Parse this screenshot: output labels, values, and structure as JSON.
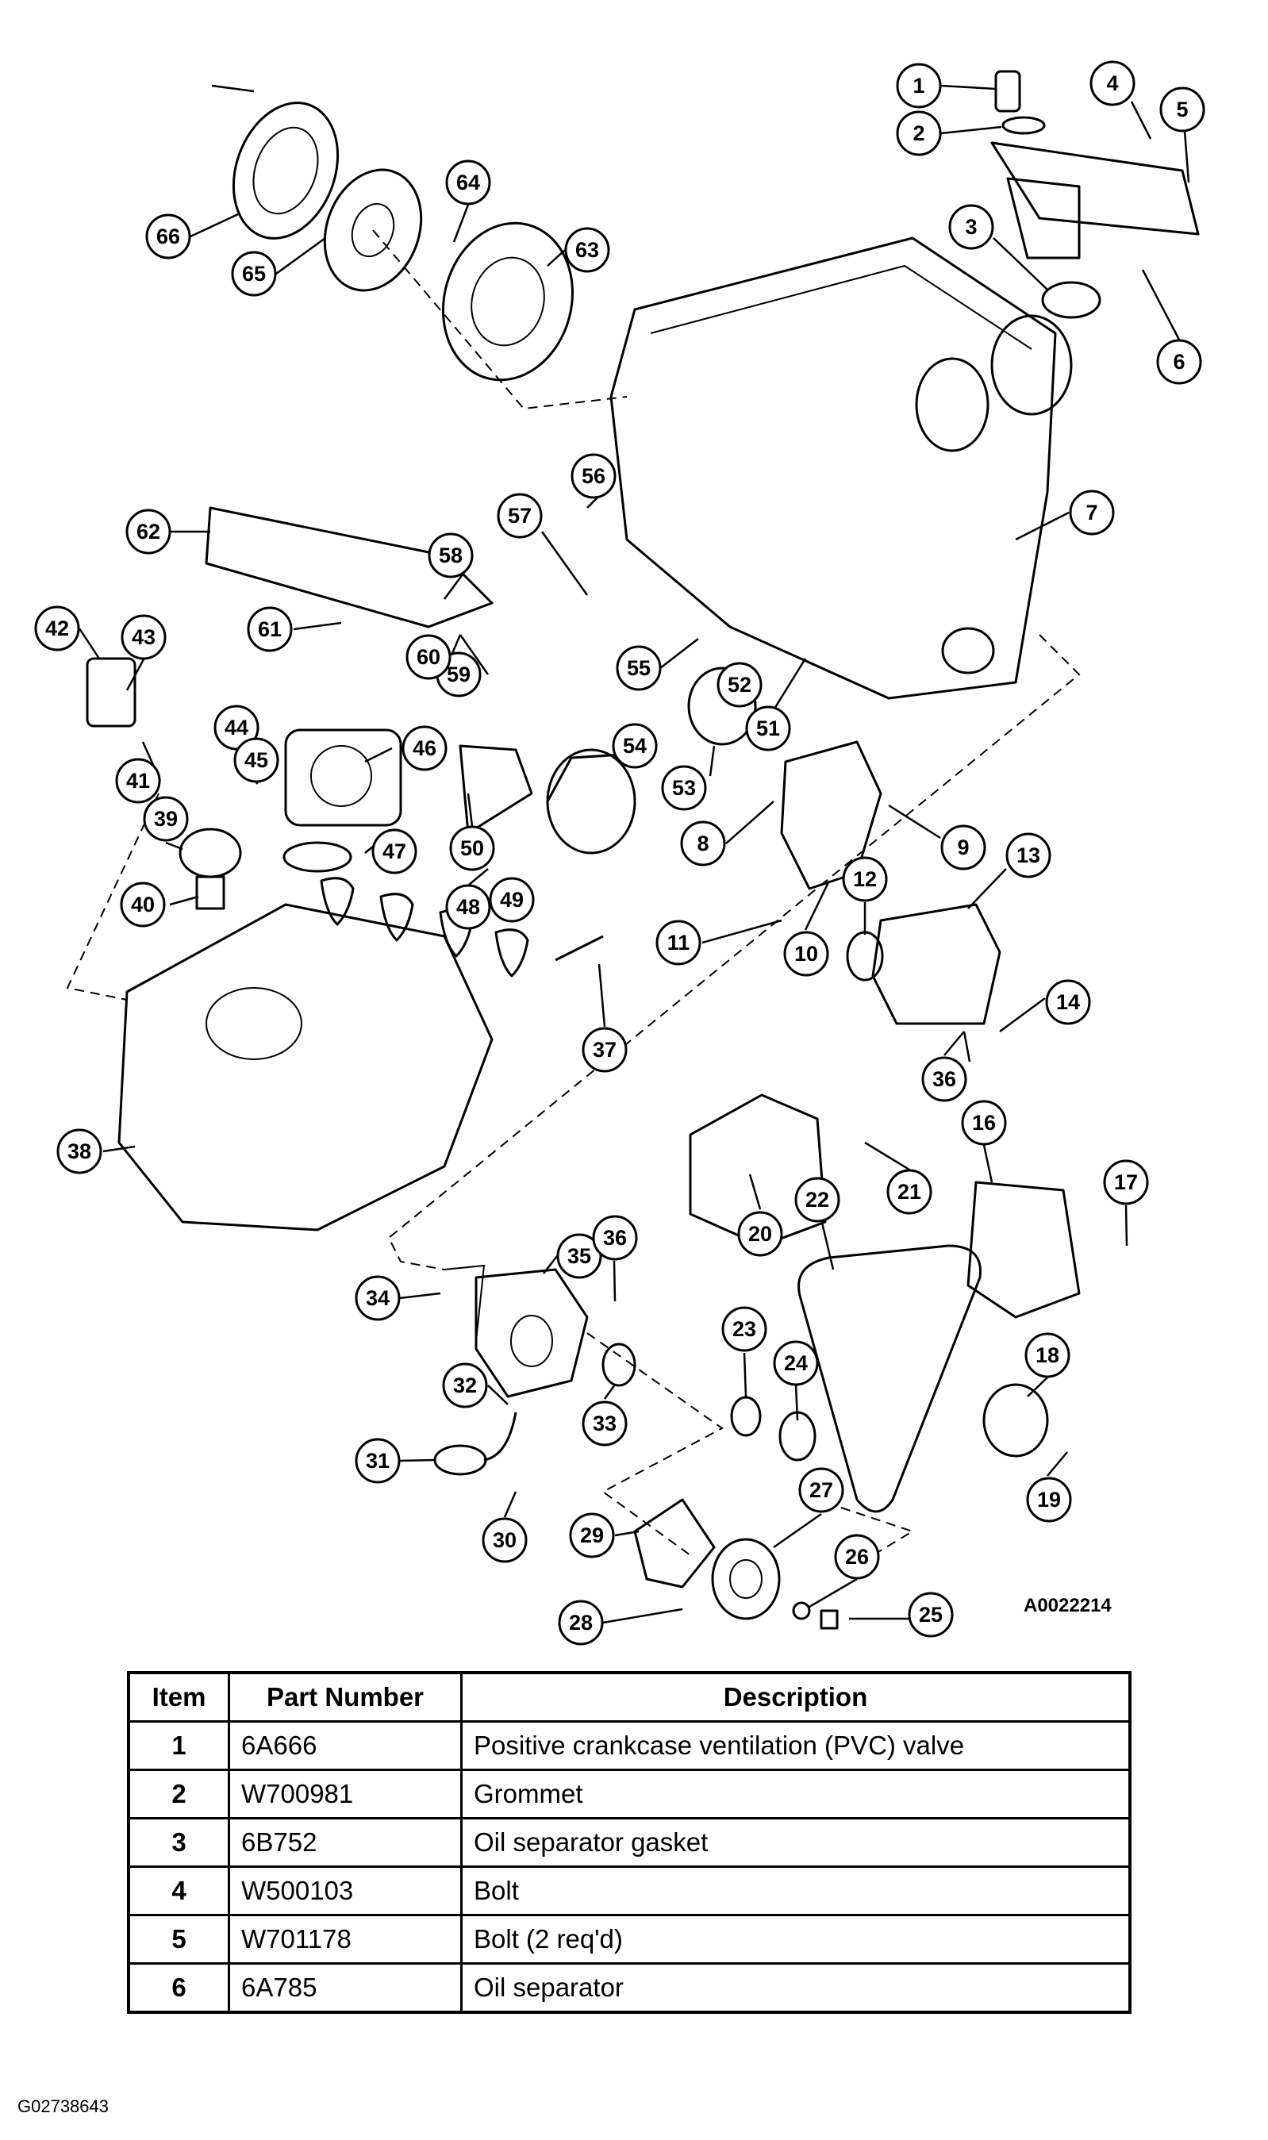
{
  "figure": {
    "code": "A0022214",
    "source_code": "G02738643",
    "callouts": [
      "1",
      "2",
      "3",
      "4",
      "5",
      "6",
      "7",
      "8",
      "9",
      "10",
      "11",
      "12",
      "13",
      "14",
      "16",
      "17",
      "18",
      "19",
      "20",
      "21",
      "22",
      "23",
      "24",
      "25",
      "26",
      "27",
      "28",
      "29",
      "30",
      "31",
      "32",
      "33",
      "34",
      "35",
      "36",
      "36",
      "37",
      "38",
      "39",
      "40",
      "41",
      "42",
      "43",
      "44",
      "45",
      "46",
      "47",
      "48",
      "49",
      "50",
      "51",
      "52",
      "53",
      "54",
      "55",
      "56",
      "57",
      "58",
      "59",
      "60",
      "61",
      "62",
      "63",
      "64",
      "65",
      "66"
    ]
  },
  "table": {
    "headers": [
      "Item",
      "Part Number",
      "Description"
    ],
    "rows": [
      {
        "item": "1",
        "part_number": "6A666",
        "description": "Positive crankcase ventilation (PVC) valve"
      },
      {
        "item": "2",
        "part_number": "W700981",
        "description": "Grommet"
      },
      {
        "item": "3",
        "part_number": "6B752",
        "description": "Oil separator gasket"
      },
      {
        "item": "4",
        "part_number": "W500103",
        "description": "Bolt"
      },
      {
        "item": "5",
        "part_number": "W701178",
        "description": "Bolt (2 req'd)"
      },
      {
        "item": "6",
        "part_number": "6A785",
        "description": "Oil separator"
      }
    ]
  }
}
